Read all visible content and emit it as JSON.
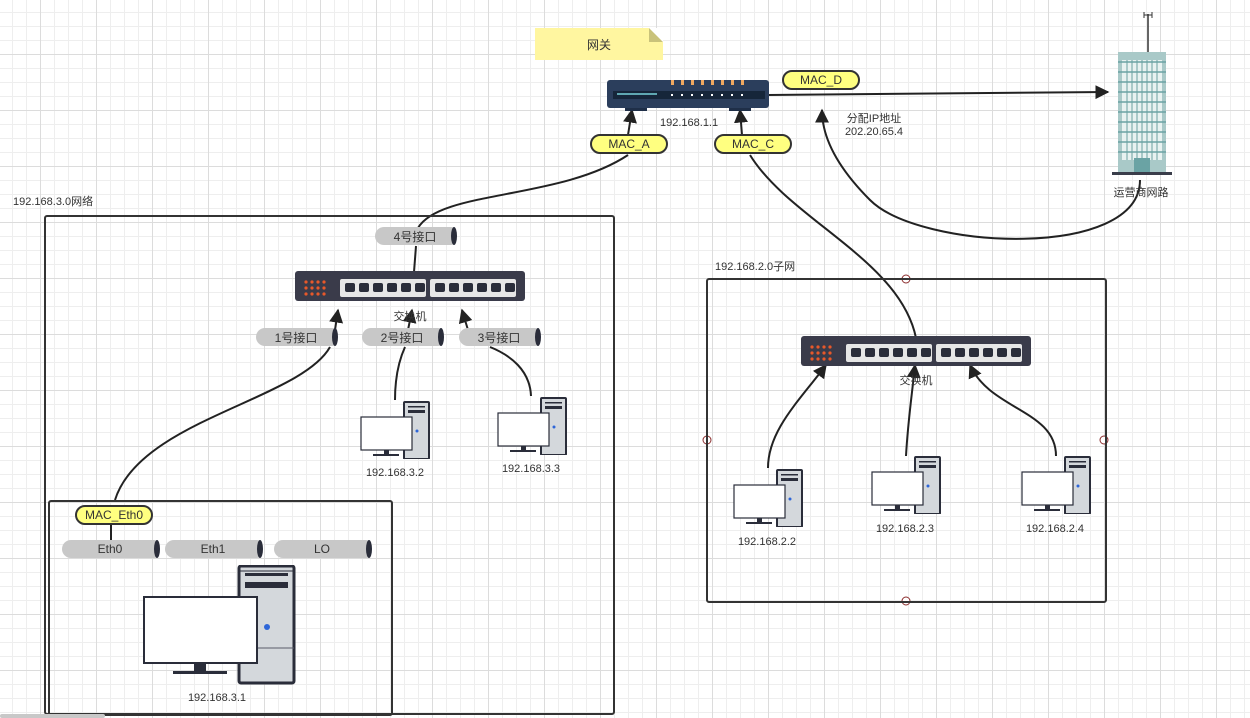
{
  "gateway": {
    "note": "网关",
    "ip": "192.168.1.1",
    "mac_a": "MAC_A",
    "mac_c": "MAC_C",
    "mac_d": "MAC_D"
  },
  "isp": {
    "label": "运营商网路",
    "assigned_ip_label": "分配IP地址",
    "assigned_ip": "202.20.65.4"
  },
  "network3": {
    "title": "192.168.3.0网络",
    "switch_label": "交换机",
    "ports": [
      "4号接口",
      "1号接口",
      "2号接口",
      "3号接口"
    ],
    "hosts": [
      "192.168.3.2",
      "192.168.3.3"
    ],
    "main_host": {
      "mac": "MAC_Eth0",
      "interfaces": [
        "Eth0",
        "Eth1",
        "LO"
      ],
      "ip": "192.168.3.1"
    }
  },
  "network2": {
    "title": "192.168.2.0子网",
    "switch_label": "交换机",
    "hosts": [
      "192.168.2.2",
      "192.168.2.3",
      "192.168.2.4"
    ]
  },
  "colors": {
    "note_yellow": "#fff6a0",
    "pill_yellow": "#ffff80",
    "device_dark": "#2a2d3a",
    "switch_led": "#e8582a",
    "router_body": "#2b3e5c",
    "building_teal": "#a9c9c8"
  }
}
